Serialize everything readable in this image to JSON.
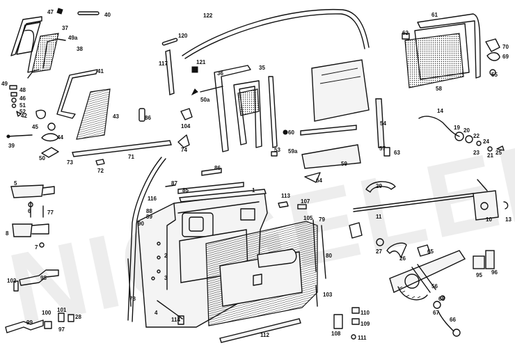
{
  "watermark": "NIGGELER",
  "callouts": [
    {
      "id": "47",
      "text": "47"
    },
    {
      "id": "40",
      "text": "40"
    },
    {
      "id": "37",
      "text": "37"
    },
    {
      "id": "49a",
      "text": "49a"
    },
    {
      "id": "38",
      "text": "38"
    },
    {
      "id": "41",
      "text": "41"
    },
    {
      "id": "43",
      "text": "43"
    },
    {
      "id": "49",
      "text": "49"
    },
    {
      "id": "48",
      "text": "48"
    },
    {
      "id": "46",
      "text": "46"
    },
    {
      "id": "51",
      "text": "51"
    },
    {
      "id": "52",
      "text": "52"
    },
    {
      "id": "42",
      "text": "42"
    },
    {
      "id": "45",
      "text": "45"
    },
    {
      "id": "44",
      "text": "44"
    },
    {
      "id": "39",
      "text": "39"
    },
    {
      "id": "50",
      "text": "50"
    },
    {
      "id": "73",
      "text": "73"
    },
    {
      "id": "72",
      "text": "72"
    },
    {
      "id": "71",
      "text": "71"
    },
    {
      "id": "122",
      "text": "122"
    },
    {
      "id": "120",
      "text": "120"
    },
    {
      "id": "117",
      "text": "117"
    },
    {
      "id": "121",
      "text": "121"
    },
    {
      "id": "36",
      "text": "36"
    },
    {
      "id": "35",
      "text": "35"
    },
    {
      "id": "50a",
      "text": "50a"
    },
    {
      "id": "86a",
      "text": "86"
    },
    {
      "id": "104",
      "text": "104"
    },
    {
      "id": "74",
      "text": "74"
    },
    {
      "id": "61",
      "text": "61"
    },
    {
      "id": "62",
      "text": "62"
    },
    {
      "id": "70",
      "text": "70"
    },
    {
      "id": "69",
      "text": "69"
    },
    {
      "id": "55",
      "text": "55"
    },
    {
      "id": "58",
      "text": "58"
    },
    {
      "id": "60",
      "text": "60"
    },
    {
      "id": "54",
      "text": "54"
    },
    {
      "id": "53",
      "text": "53"
    },
    {
      "id": "59a",
      "text": "59a"
    },
    {
      "id": "57",
      "text": "57"
    },
    {
      "id": "63",
      "text": "63"
    },
    {
      "id": "59",
      "text": "59"
    },
    {
      "id": "64",
      "text": "64"
    },
    {
      "id": "14",
      "text": "14"
    },
    {
      "id": "19",
      "text": "19"
    },
    {
      "id": "20",
      "text": "20"
    },
    {
      "id": "22",
      "text": "22"
    },
    {
      "id": "24",
      "text": "24"
    },
    {
      "id": "23",
      "text": "23"
    },
    {
      "id": "21",
      "text": "21"
    },
    {
      "id": "25",
      "text": "25"
    },
    {
      "id": "86b",
      "text": "86"
    },
    {
      "id": "116",
      "text": "116"
    },
    {
      "id": "87",
      "text": "87"
    },
    {
      "id": "85",
      "text": "85"
    },
    {
      "id": "1",
      "text": "1"
    },
    {
      "id": "113",
      "text": "113"
    },
    {
      "id": "107",
      "text": "107"
    },
    {
      "id": "29",
      "text": "29"
    },
    {
      "id": "5",
      "text": "5"
    },
    {
      "id": "6",
      "text": "6"
    },
    {
      "id": "77",
      "text": "77"
    },
    {
      "id": "8",
      "text": "8"
    },
    {
      "id": "7",
      "text": "7"
    },
    {
      "id": "88",
      "text": "88"
    },
    {
      "id": "89",
      "text": "89"
    },
    {
      "id": "90",
      "text": "90"
    },
    {
      "id": "105",
      "text": "105"
    },
    {
      "id": "79",
      "text": "79"
    },
    {
      "id": "11",
      "text": "11"
    },
    {
      "id": "10",
      "text": "10"
    },
    {
      "id": "13",
      "text": "13"
    },
    {
      "id": "80",
      "text": "80"
    },
    {
      "id": "2",
      "text": "2"
    },
    {
      "id": "3",
      "text": "3"
    },
    {
      "id": "27",
      "text": "27"
    },
    {
      "id": "26",
      "text": "26"
    },
    {
      "id": "65",
      "text": "65"
    },
    {
      "id": "95",
      "text": "95"
    },
    {
      "id": "96",
      "text": "96"
    },
    {
      "id": "4",
      "text": "4"
    },
    {
      "id": "102",
      "text": "102"
    },
    {
      "id": "98",
      "text": "98"
    },
    {
      "id": "78",
      "text": "78"
    },
    {
      "id": "103",
      "text": "103"
    },
    {
      "id": "56",
      "text": "56"
    },
    {
      "id": "68",
      "text": "68"
    },
    {
      "id": "67",
      "text": "67"
    },
    {
      "id": "66",
      "text": "66"
    },
    {
      "id": "114",
      "text": "114"
    },
    {
      "id": "100",
      "text": "100"
    },
    {
      "id": "101",
      "text": "101"
    },
    {
      "id": "28",
      "text": "28"
    },
    {
      "id": "99",
      "text": "99"
    },
    {
      "id": "97",
      "text": "97"
    },
    {
      "id": "112",
      "text": "112"
    },
    {
      "id": "110",
      "text": "110"
    },
    {
      "id": "108",
      "text": "108"
    },
    {
      "id": "109",
      "text": "109"
    },
    {
      "id": "111",
      "text": "111"
    }
  ]
}
